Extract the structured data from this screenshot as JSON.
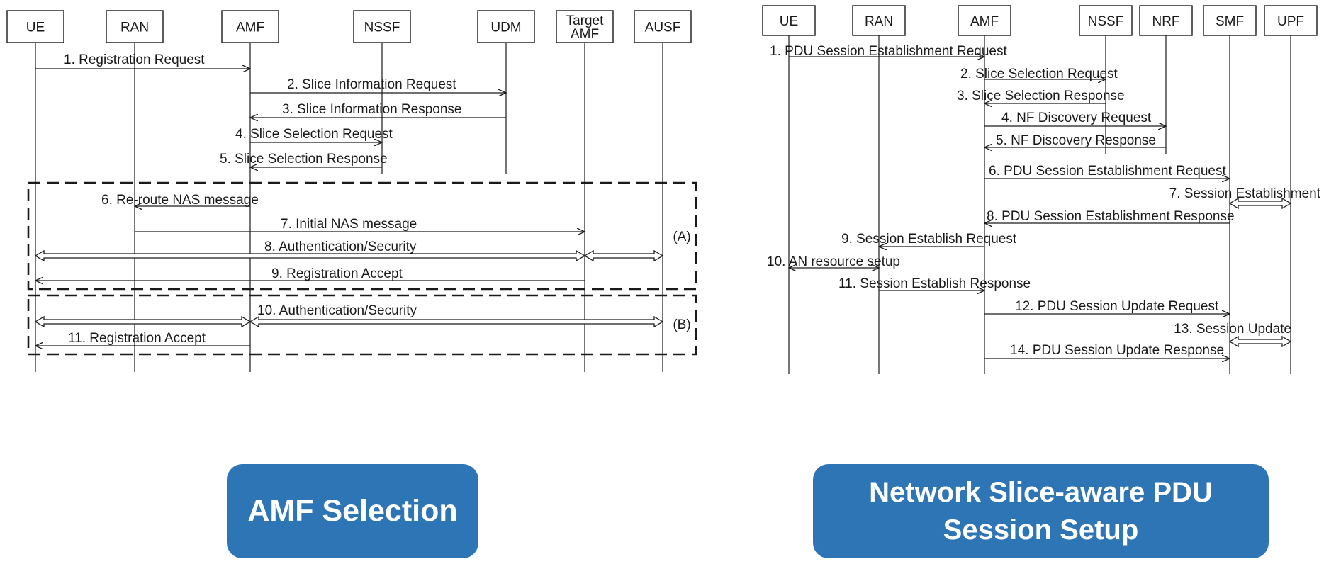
{
  "left_diagram": {
    "entities": [
      {
        "id": "UE",
        "label": "UE"
      },
      {
        "id": "RAN",
        "label": "RAN"
      },
      {
        "id": "AMF",
        "label": "AMF"
      },
      {
        "id": "NSSF",
        "label": "NSSF"
      },
      {
        "id": "UDM",
        "label": "UDM"
      },
      {
        "id": "TAMF",
        "label": "Target\nAMF"
      },
      {
        "id": "AUSF",
        "label": "AUSF"
      }
    ],
    "messages": [
      {
        "label": "1. Registration Request",
        "from": "UE",
        "to": "AMF",
        "kind": "arrow"
      },
      {
        "label": "2. Slice Information Request",
        "from": "AMF",
        "to": "UDM",
        "kind": "arrow"
      },
      {
        "label": "3. Slice Information Response",
        "from": "UDM",
        "to": "AMF",
        "kind": "arrow"
      },
      {
        "label": "4. Slice Selection Request",
        "from": "AMF",
        "to": "NSSF",
        "kind": "arrow"
      },
      {
        "label": "5. Slice Selection Response",
        "from": "NSSF",
        "to": "AMF",
        "kind": "arrow"
      },
      {
        "label": "6. Re-route NAS message",
        "from": "AMF",
        "to": "RAN",
        "kind": "arrow"
      },
      {
        "label": "7. Initial NAS message",
        "from": "RAN",
        "to": "TAMF",
        "kind": "arrow"
      },
      {
        "label": "8. Authentication/Security",
        "from": "UE",
        "to": "TAMF",
        "kind": "double",
        "extra_to": "AUSF"
      },
      {
        "label": "9. Registration Accept",
        "from": "TAMF",
        "to": "UE",
        "kind": "arrow"
      },
      {
        "label": "10. Authentication/Security",
        "from": "UE",
        "to": "AMF",
        "kind": "double",
        "extra_to": "AUSF"
      },
      {
        "label": "11. Registration Accept",
        "from": "AMF",
        "to": "UE",
        "kind": "arrow"
      }
    ],
    "regions": [
      {
        "id": "A",
        "label": "(A)"
      },
      {
        "id": "B",
        "label": "(B)"
      }
    ]
  },
  "right_diagram": {
    "entities": [
      {
        "id": "UE",
        "label": "UE"
      },
      {
        "id": "RAN",
        "label": "RAN"
      },
      {
        "id": "AMF",
        "label": "AMF"
      },
      {
        "id": "NSSF",
        "label": "NSSF"
      },
      {
        "id": "NRF",
        "label": "NRF"
      },
      {
        "id": "SMF",
        "label": "SMF"
      },
      {
        "id": "UPF",
        "label": "UPF"
      }
    ],
    "messages": [
      {
        "label": "1. PDU Session Establishment Request",
        "from": "UE",
        "to": "AMF",
        "kind": "arrow"
      },
      {
        "label": "2. Slice Selection Request",
        "from": "AMF",
        "to": "NSSF",
        "kind": "arrow"
      },
      {
        "label": "3. Slice Selection Response",
        "from": "NSSF",
        "to": "AMF",
        "kind": "arrow"
      },
      {
        "label": "4. NF Discovery Request",
        "from": "AMF",
        "to": "NRF",
        "kind": "arrow"
      },
      {
        "label": "5. NF Discovery Response",
        "from": "NRF",
        "to": "AMF",
        "kind": "arrow"
      },
      {
        "label": "6. PDU Session Establishment Request",
        "from": "AMF",
        "to": "SMF",
        "kind": "arrow"
      },
      {
        "label": "7. Session Establishment",
        "from": "SMF",
        "to": "UPF",
        "kind": "double"
      },
      {
        "label": "8. PDU Session Establishment Response",
        "from": "SMF",
        "to": "AMF",
        "kind": "arrow"
      },
      {
        "label": "9. Session Establish Request",
        "from": "AMF",
        "to": "RAN",
        "kind": "arrow"
      },
      {
        "label": "10. AN resource setup",
        "from": "UE",
        "to": "RAN",
        "kind": "bidir"
      },
      {
        "label": "11. Session Establish Response",
        "from": "RAN",
        "to": "AMF",
        "kind": "arrow"
      },
      {
        "label": "12. PDU Session Update Request",
        "from": "AMF",
        "to": "SMF",
        "kind": "arrow"
      },
      {
        "label": "13. Session Update",
        "from": "SMF",
        "to": "UPF",
        "kind": "double"
      },
      {
        "label": "14. PDU Session Update Response",
        "from": "AMF",
        "to": "SMF",
        "kind": "arrow"
      }
    ]
  },
  "titles": {
    "amf_selection": "AMF Selection",
    "pdu_setup_line1": "Network Slice-aware PDU",
    "pdu_setup_line2": "Session Setup"
  },
  "colors": {
    "title_background": "#2e75b6",
    "title_text": "#ffffff",
    "diagram_ink": "#1a1a1a"
  }
}
